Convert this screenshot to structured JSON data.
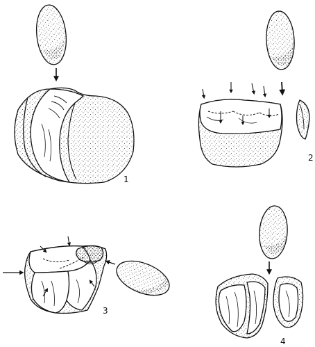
{
  "figure": {
    "labels": {
      "stage_1": "1",
      "stage_2": "2",
      "stage_3": "3",
      "stage_4": "4"
    },
    "ink_color": "#111111",
    "paper_color": "#ffffff"
  }
}
